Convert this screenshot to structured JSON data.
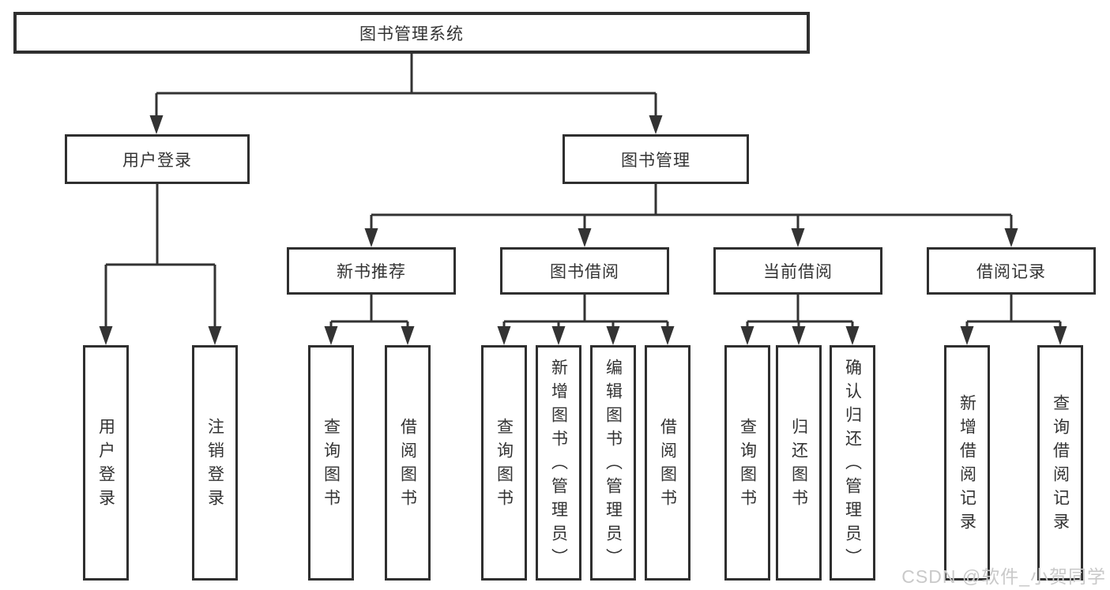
{
  "tree": {
    "root": {
      "label": "图书管理系统"
    },
    "branches": [
      {
        "label": "用户登录",
        "children": [
          "用户登录",
          "注销登录"
        ]
      },
      {
        "label": "图书管理",
        "sections": [
          {
            "label": "新书推荐",
            "children": [
              "查询图书",
              "借阅图书"
            ]
          },
          {
            "label": "图书借阅",
            "children": [
              "查询图书",
              "新增图书（管理员）",
              "编辑图书（管理员）",
              "借阅图书"
            ]
          },
          {
            "label": "当前借阅",
            "children": [
              "查询图书",
              "归还图书",
              "确认归还（管理员）"
            ]
          },
          {
            "label": "借阅记录",
            "children": [
              "新增借阅记录",
              "查询借阅记录"
            ]
          }
        ]
      }
    ]
  },
  "watermark": "CSDN @软件_小贺同学",
  "colors": {
    "line": "#333333",
    "box_border": "#2f2f2f",
    "text": "#333333",
    "background": "#ffffff",
    "watermark": "#c9c9c9"
  }
}
